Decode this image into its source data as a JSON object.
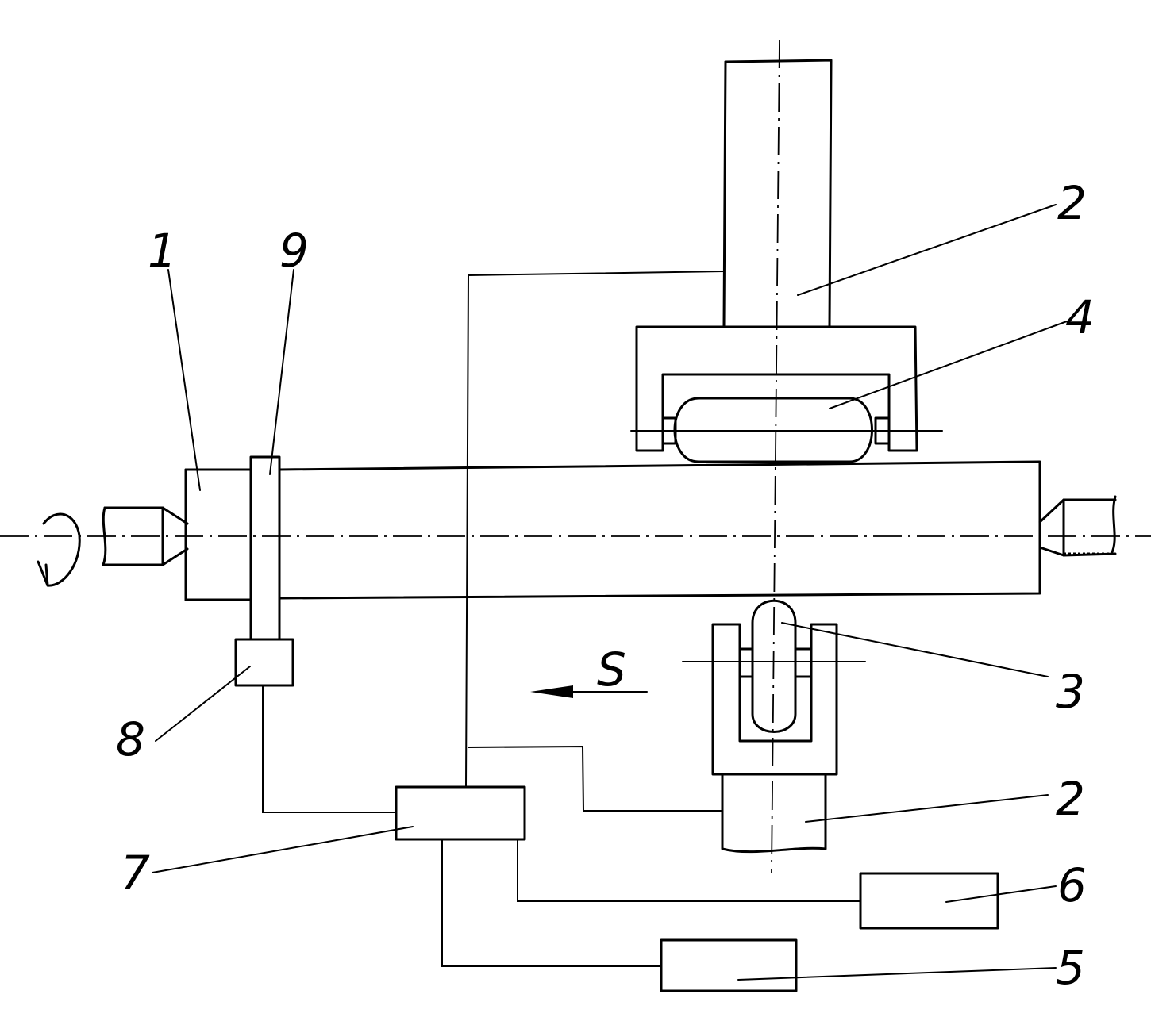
{
  "diagram": {
    "labels": {
      "part_1": "1",
      "part_9": "9",
      "part_2_upper": "2",
      "part_4": "4",
      "part_3": "3",
      "part_2_lower": "2",
      "part_8": "8",
      "part_7": "7",
      "part_6": "6",
      "part_5": "5",
      "feed_direction": "S"
    }
  }
}
